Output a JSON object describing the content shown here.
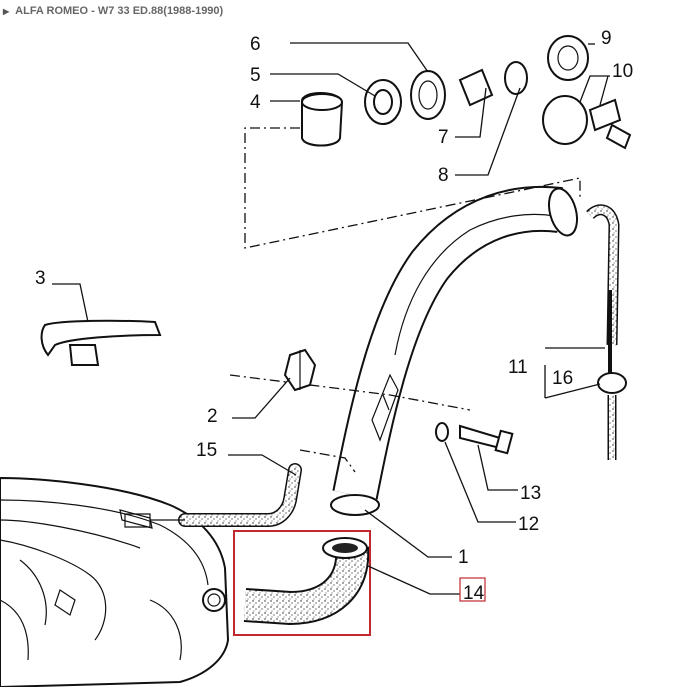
{
  "header": {
    "title": "ALFA ROMEO - W7 33 ED.88(1988-1990)"
  },
  "colors": {
    "highlight": "#c0282e",
    "ink": "#111111",
    "header_text": "#666666"
  },
  "icons": {
    "header_arrow": "triangle-right-icon"
  },
  "callouts": {
    "c1": "1",
    "c2": "2",
    "c3": "3",
    "c4": "4",
    "c5": "5",
    "c6": "6",
    "c7": "7",
    "c8": "8",
    "c9": "9",
    "c10": "10",
    "c11": "11",
    "c12": "12",
    "c13": "13",
    "c14": "14",
    "c15": "15",
    "c16": "16"
  }
}
